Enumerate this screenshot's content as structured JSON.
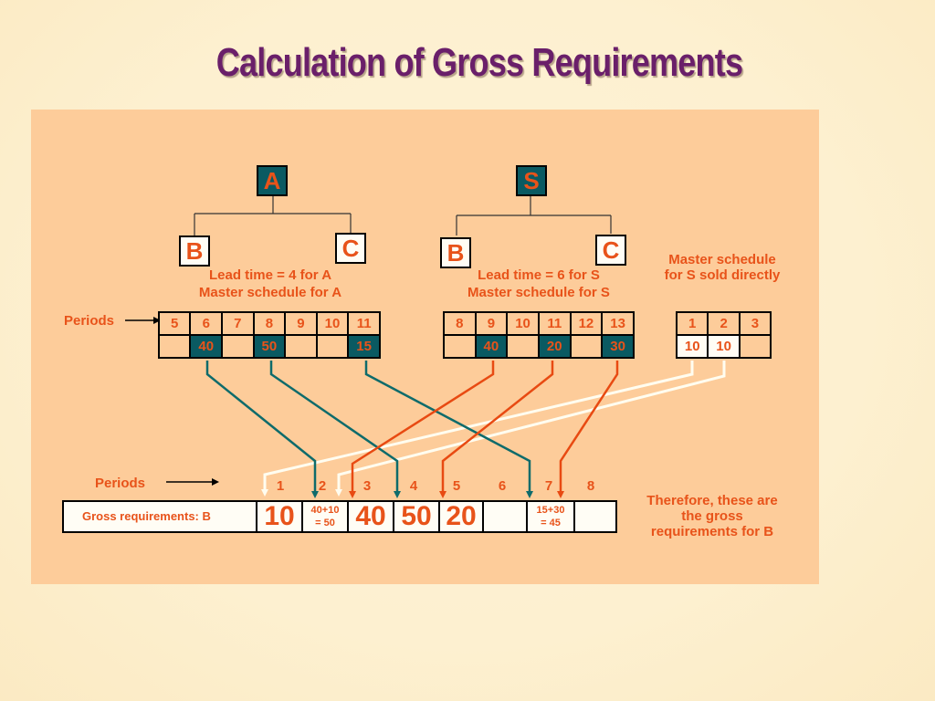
{
  "title": "Calculation of Gross Requirements",
  "tree_a": {
    "parent": "A",
    "left_child": "B",
    "right_child": "C",
    "caption1": "Lead time = 4 for A",
    "caption2": "Master schedule for A"
  },
  "tree_s": {
    "parent": "S",
    "left_child": "B",
    "right_child": "C",
    "caption1": "Lead time = 6 for S",
    "caption2": "Master schedule for S"
  },
  "s_direct": {
    "caption1": "Master schedule",
    "caption2": "for S sold directly"
  },
  "periods_label": "Periods",
  "schedule_a": {
    "periods": [
      "5",
      "6",
      "7",
      "8",
      "9",
      "10",
      "11"
    ],
    "values": [
      "",
      "40",
      "",
      "50",
      "",
      "",
      "15"
    ]
  },
  "schedule_s": {
    "periods": [
      "8",
      "9",
      "10",
      "11",
      "12",
      "13"
    ],
    "values": [
      "",
      "40",
      "",
      "20",
      "",
      "30"
    ]
  },
  "schedule_direct": {
    "periods": [
      "1",
      "2",
      "3"
    ],
    "values": [
      "10",
      "10",
      ""
    ]
  },
  "gross": {
    "periods_label": "Periods",
    "label": "Gross requirements: B",
    "periods": [
      "1",
      "2",
      "3",
      "4",
      "5",
      "6",
      "7",
      "8"
    ],
    "cells": [
      {
        "top": "10",
        "bottom": ""
      },
      {
        "top": "40+10",
        "bottom": "= 50"
      },
      {
        "top": "40",
        "bottom": ""
      },
      {
        "top": "50",
        "bottom": ""
      },
      {
        "top": "20",
        "bottom": ""
      },
      {
        "top": "",
        "bottom": ""
      },
      {
        "top": "15+30",
        "bottom": "= 45"
      },
      {
        "top": "",
        "bottom": ""
      }
    ]
  },
  "conclusion": [
    "Therefore, these are",
    "the gross",
    "requirements for B"
  ],
  "colors": {
    "title": "#6a1f6a",
    "panel": "#fdcc9a",
    "dark_cell": "#0a5a62",
    "accent": "#e8531a",
    "teal_arrow": "#0e6b6b",
    "orange_arrow": "#e84a12",
    "white_arrow": "#fffdf0"
  }
}
